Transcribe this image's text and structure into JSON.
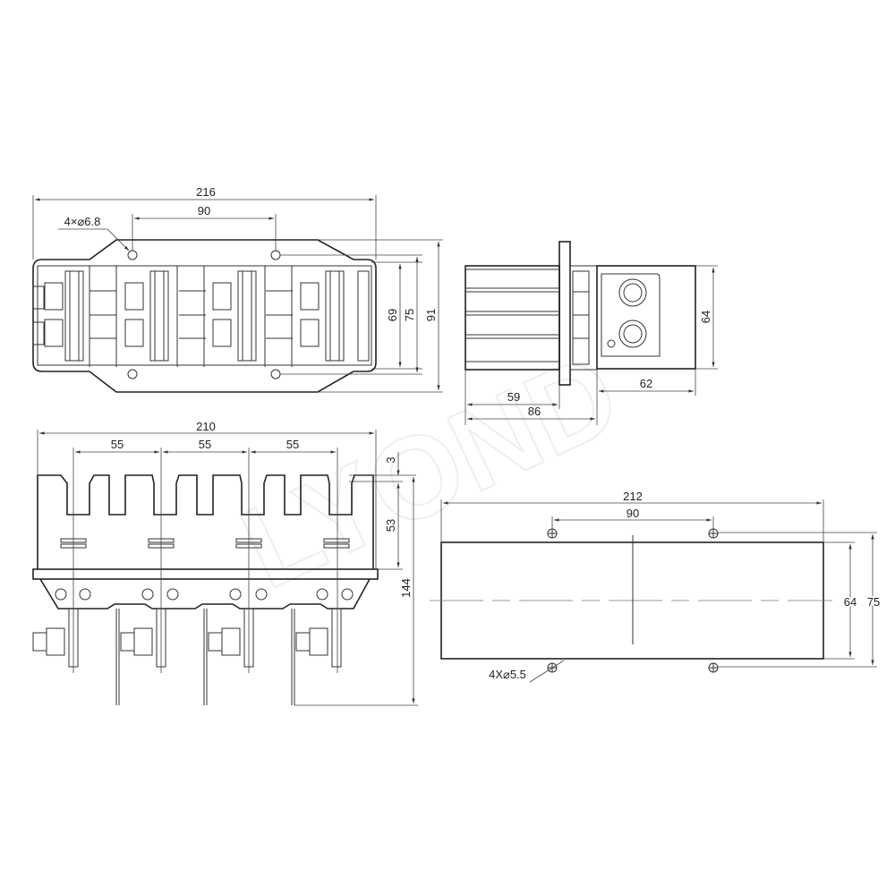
{
  "watermark": "LYOND",
  "top_view": {
    "dim_width": "216",
    "dim_hole_spacing": "90",
    "hole_note": "4×⌀6.8",
    "dim_69": "69",
    "dim_75": "75",
    "dim_91": "91"
  },
  "side_view": {
    "dim_height": "64",
    "dim_62": "62",
    "dim_59": "59",
    "dim_86": "86"
  },
  "front_view": {
    "dim_width": "210",
    "dim_pitch_1": "55",
    "dim_pitch_2": "55",
    "dim_pitch_3": "55",
    "dim_3": "3",
    "dim_53": "53",
    "dim_144": "144"
  },
  "cutout_view": {
    "dim_width": "212",
    "dim_hole_spacing": "90",
    "dim_64": "64",
    "dim_75": "75",
    "hole_note": "4X⌀5.5"
  }
}
